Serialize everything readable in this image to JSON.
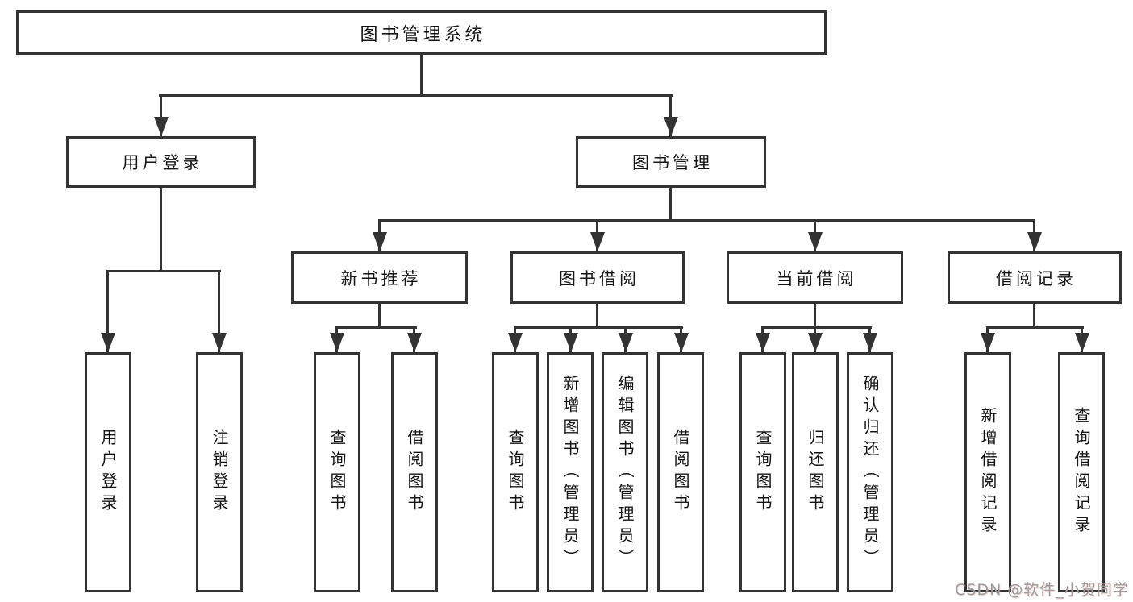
{
  "tree": {
    "root": {
      "label": "图书管理系统"
    },
    "user_login": {
      "label": "用户登录",
      "children": [
        {
          "label": "用户登录"
        },
        {
          "label": "注销登录"
        }
      ]
    },
    "book_management": {
      "label": "图书管理",
      "sections": [
        {
          "label": "新书推荐",
          "children": [
            {
              "label": "查询图书"
            },
            {
              "label": "借阅图书"
            }
          ]
        },
        {
          "label": "图书借阅",
          "children": [
            {
              "label": "查询图书"
            },
            {
              "label": "新增图书（管理员）"
            },
            {
              "label": "编辑图书（管理员）"
            },
            {
              "label": "借阅图书"
            }
          ]
        },
        {
          "label": "当前借阅",
          "children": [
            {
              "label": "查询图书"
            },
            {
              "label": "归还图书"
            },
            {
              "label": "确认归还（管理员）"
            }
          ]
        },
        {
          "label": "借阅记录",
          "children": [
            {
              "label": "新增借阅记录"
            },
            {
              "label": "查询借阅记录"
            }
          ]
        }
      ]
    }
  },
  "watermark": {
    "text": "CSDN @软件_小贺同学"
  },
  "colors": {
    "line": "#333333",
    "box_border": "#333333",
    "text": "#141414",
    "watermark": "#9b9b9b",
    "background": "#ffffff"
  }
}
